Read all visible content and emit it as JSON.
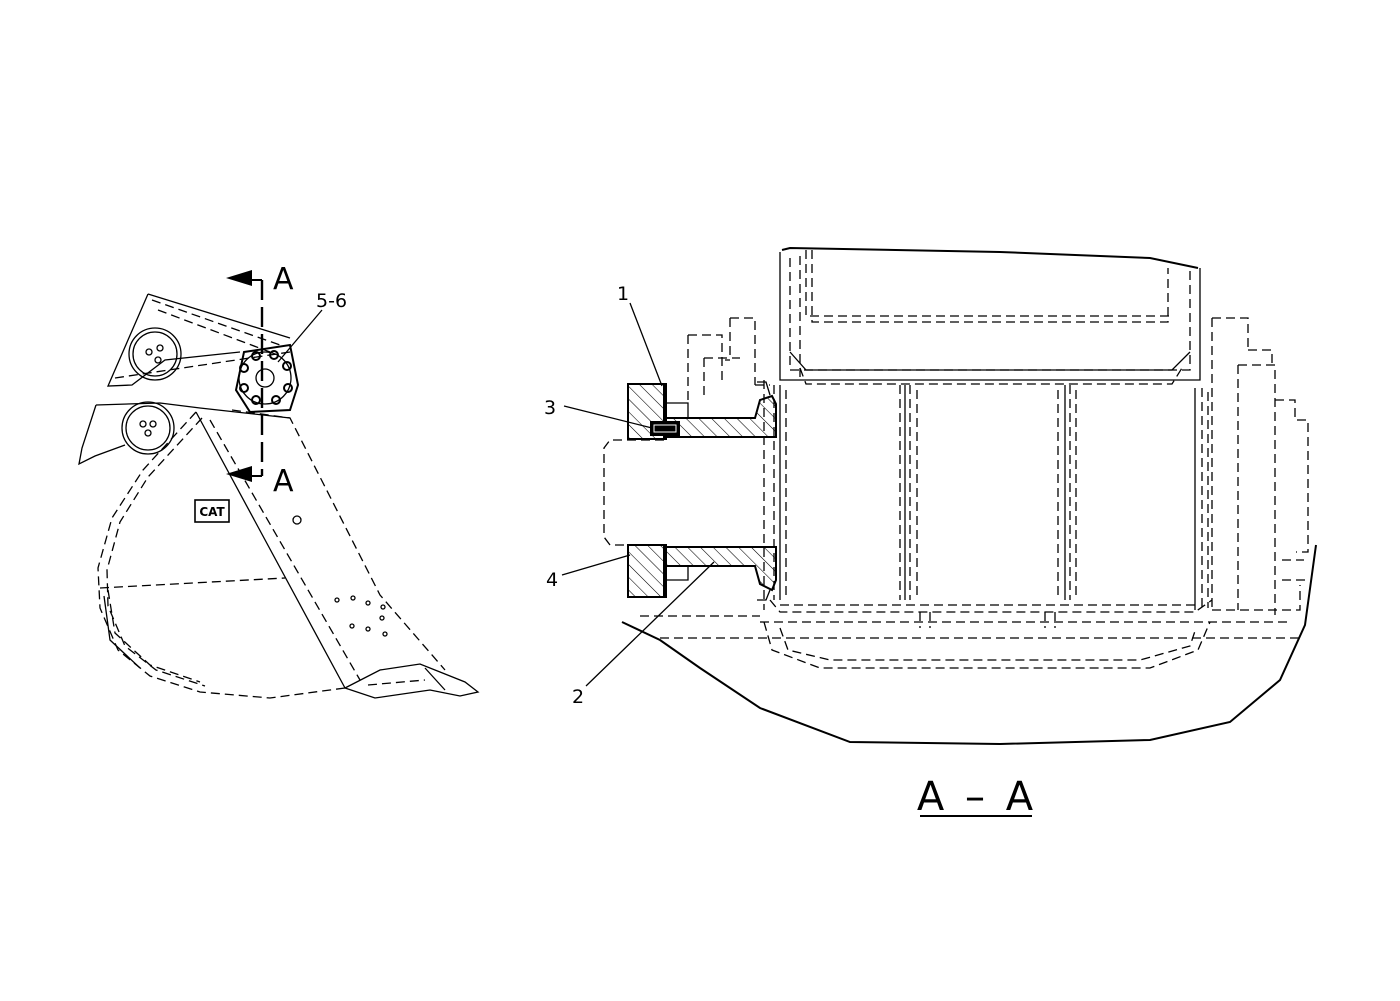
{
  "figure": {
    "section_marks": {
      "top": "A",
      "bottom": "A"
    },
    "callouts": {
      "detail": "5-6",
      "part1": "1",
      "part2": "2",
      "part3": "3",
      "part4": "4"
    },
    "logo_text": "CAT",
    "section_title": "A – A"
  }
}
